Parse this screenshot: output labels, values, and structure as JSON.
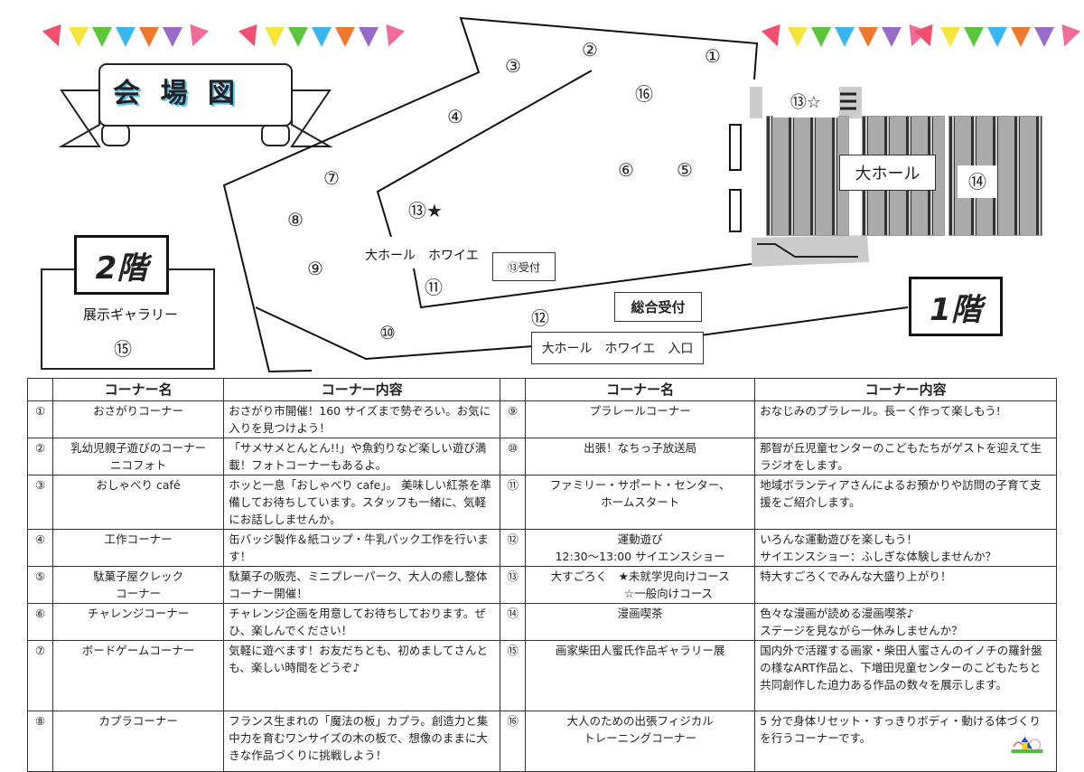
{
  "title": "会 場 図",
  "floor2": {
    "label": "2階",
    "room": "展示ギャラリー",
    "number": "⑮"
  },
  "floor1": {
    "label": "1階"
  },
  "map": {
    "foyer": "大ホール　ホワイエ",
    "reception13": "⑬受付",
    "general_reception": "総合受付",
    "entrance": "大ホール　ホワイエ　入口",
    "hall": "大ホール",
    "markers": {
      "m1": "①",
      "m2": "②",
      "m3": "③",
      "m4": "④",
      "m5": "⑤",
      "m6": "⑥",
      "m7": "⑦",
      "m8": "⑧",
      "m9": "⑨",
      "m10": "⑩",
      "m11": "⑪",
      "m12": "⑫",
      "m13star": "⑬★",
      "m13hollow": "⑬☆",
      "m14": "⑭",
      "m16": "⑯"
    }
  },
  "table": {
    "headers": {
      "name": "コーナー名",
      "content": "コーナー内容"
    },
    "left": [
      {
        "num": "①",
        "name": "おさがりコーナー",
        "content": "おさがり市開催！160 サイズまで勢ぞろい。お気に入りを見つけよう！"
      },
      {
        "num": "②",
        "name": "乳幼児親子遊びのコーナー\nニコフォト",
        "content": "「サメサメとんとん!!」や魚釣りなど楽しい遊び満載！フォトコーナーもあるよ。"
      },
      {
        "num": "③",
        "name": "おしゃべり café",
        "content": "ホッと一息「おしゃべり cafe」。 美味しい紅茶を準備してお待ちしています。スタッフも一緒に、気軽にお話ししませんか。"
      },
      {
        "num": "④",
        "name": "工作コーナー",
        "content": "缶バッジ製作＆紙コップ・牛乳パック工作を行います！"
      },
      {
        "num": "⑤",
        "name": "駄菓子屋クレック\nコーナー",
        "content": "駄菓子の販売、ミニプレーパーク、大人の癒し整体コーナー開催！"
      },
      {
        "num": "⑥",
        "name": "チャレンジコーナー",
        "content": "チャレンジ企画を用意してお待ちしております。ぜひ、楽しんでください！"
      },
      {
        "num": "⑦",
        "name": "ボードゲームコーナー",
        "content": "気軽に遊べます！お友だちとも、初めましてさんとも、楽しい時間をどうぞ♪"
      },
      {
        "num": "⑧",
        "name": "カプラコーナー",
        "content": "フランス生まれの「魔法の板」カプラ。創造力と集中力を育むワンサイズの木の板で、想像のままに大きな作品づくりに挑戦しよう！"
      }
    ],
    "right": [
      {
        "num": "⑨",
        "name": "プラレールコーナー",
        "content": "おなじみのプラレール。長ーく作って楽しもう!"
      },
      {
        "num": "⑩",
        "name": "出張！なちっ子放送局",
        "content": "那智が丘児童センターのこどもたちがゲストを迎えて生ラジオをします。"
      },
      {
        "num": "⑪",
        "name": "ファミリー・サポート・センター、\nホームスタート",
        "content": "地域ボランティアさんによるお預かりや訪問の子育て支援をご紹介します。"
      },
      {
        "num": "⑫",
        "name": "運動遊び\n12:30～13:00 サイエンスショー",
        "content": "いろんな運動遊びを楽しもう！\nサイエンスショー：ふしぎな体験しませんか？"
      },
      {
        "num": "⑬",
        "name": "大すごろく　★未就学児向けコース\n　　　　　☆一般向けコース",
        "content": "特大すごろくでみんな大盛り上がり！"
      },
      {
        "num": "⑭",
        "name": "漫画喫茶",
        "content": "色々な漫画が読める漫画喫茶♪\nステージを見ながら一休みしませんか？"
      },
      {
        "num": "⑮",
        "name": "画家柴田人蜜氏作品ギャラリー展",
        "content": "国内外で活躍する画家・柴田人蜜さんのイノチの羅針盤の様なART作品と、下増田児童センターのこどもたちと共同創作した迫力ある作品の数々を展示します。"
      },
      {
        "num": "⑯",
        "name": "大人のための出張フィジカル\nトレーニングコーナー",
        "content": "5 分で身体リセット・すっきりボディ・動ける体づくりを行うコーナーです。"
      }
    ]
  },
  "bunting_colors": [
    "#f0506e",
    "#f5e43a",
    "#5cc53c",
    "#38b6f0",
    "#f0782e",
    "#9a6ac8",
    "#f06a9a"
  ]
}
